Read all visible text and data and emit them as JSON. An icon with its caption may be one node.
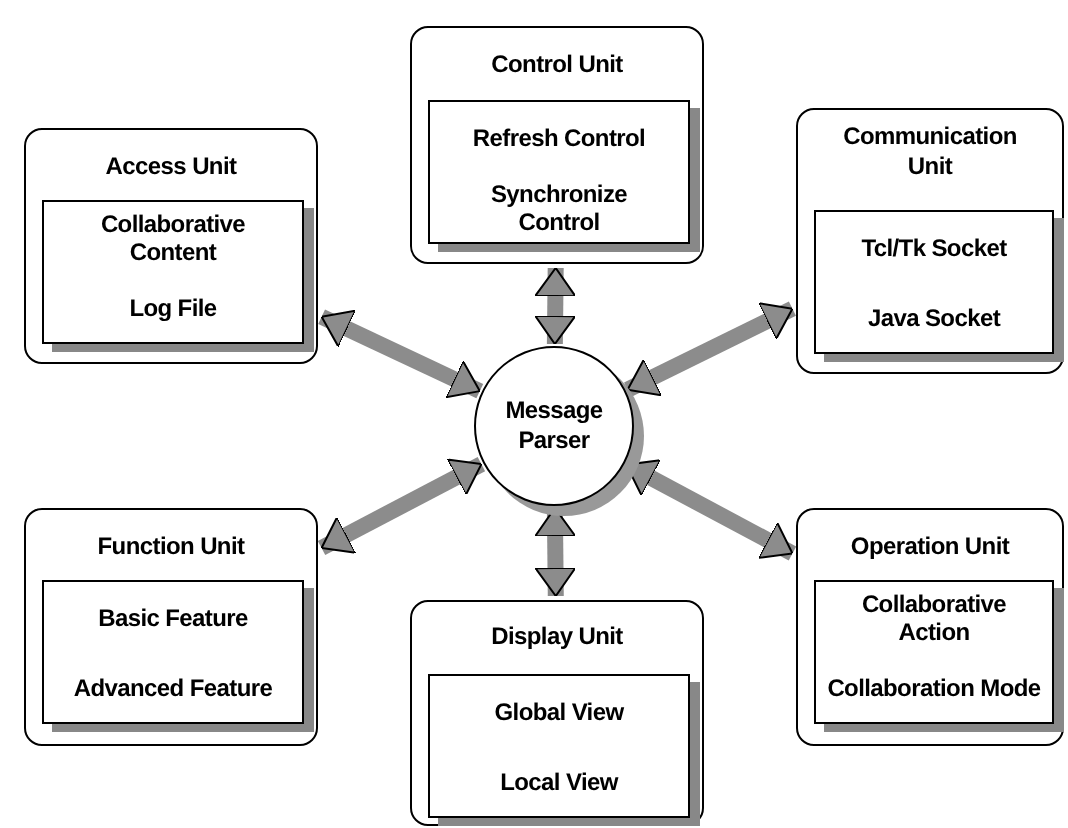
{
  "diagram": {
    "nodes": [
      {
        "text": [
          "Control Unit"
        ]
      },
      {
        "text": [
          "Refresh Control"
        ],
        "in": 0
      },
      {
        "text": [
          "Synchronize Control"
        ],
        "in": 0
      },
      {
        "text": [
          "Access Unit"
        ]
      },
      {
        "text": [
          "Collaborative Content"
        ],
        "in": 3
      },
      {
        "text": [
          "Log File"
        ],
        "in": 3
      },
      {
        "text": [
          "Communication Unit"
        ]
      },
      {
        "text": [
          "Tcl/Tk Socket"
        ],
        "in": 6
      },
      {
        "text": [
          "Java Socket"
        ],
        "in": 6
      },
      {
        "text": [
          "Message Parser"
        ]
      },
      {
        "text": [
          "Function Unit"
        ]
      },
      {
        "text": [
          "Basic Feature"
        ],
        "in": 10
      },
      {
        "text": [
          "Advanced Feature"
        ],
        "in": 10
      },
      {
        "text": [
          "Operation Unit"
        ]
      },
      {
        "text": [
          "Collaborative Action"
        ],
        "in": 13
      },
      {
        "text": [
          "Collaboration Mode"
        ],
        "in": 13
      },
      {
        "text": [
          "Display Unit"
        ]
      },
      {
        "text": [
          "Global View"
        ],
        "in": 16
      },
      {
        "text": [
          "Local View"
        ],
        "in": 16
      }
    ],
    "edges": [
      {
        "from": 9,
        "to": 0,
        "arrow": "both"
      },
      {
        "from": 9,
        "to": 3,
        "arrow": "both"
      },
      {
        "from": 9,
        "to": 6,
        "arrow": "both"
      },
      {
        "from": 9,
        "to": 10,
        "arrow": "both"
      },
      {
        "from": 9,
        "to": 13,
        "arrow": "both"
      },
      {
        "from": 9,
        "to": 16,
        "arrow": "both"
      }
    ]
  }
}
